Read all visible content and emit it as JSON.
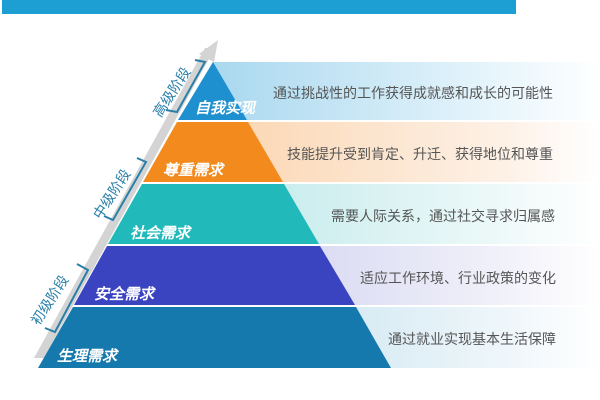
{
  "title": "",
  "stages": [
    {
      "label": "高级阶段"
    },
    {
      "label": "中级阶段"
    },
    {
      "label": "初级阶段"
    }
  ],
  "levels": [
    {
      "name": "自我实现",
      "description": "通过挑战性的工作获得成就感和成长的可能性",
      "color": "#1e8fcf",
      "band_color": "#a9d8ef"
    },
    {
      "name": "尊重需求",
      "description": "技能提升受到肯定、升迁、获得地位和尊重",
      "color": "#f28a1e",
      "band_color": "#fbd5b0"
    },
    {
      "name": "社会需求",
      "description": "需要人际关系，通过社交寻求归属感",
      "color": "#22b9bb",
      "band_color": "#bfe9ea"
    },
    {
      "name": "安全需求",
      "description": "适应工作环境、行业政策的变化",
      "color": "#3a44c0",
      "band_color": "#cfd0ef"
    },
    {
      "name": "生理需求",
      "description": "通过就业实现基本生活保障",
      "color": "#1679ae",
      "band_color": "#c3e0ee"
    }
  ],
  "colors": {
    "banner": "#1e9fd4",
    "arrow": "#d4d4d4",
    "bracket": "#2a7fa8"
  }
}
